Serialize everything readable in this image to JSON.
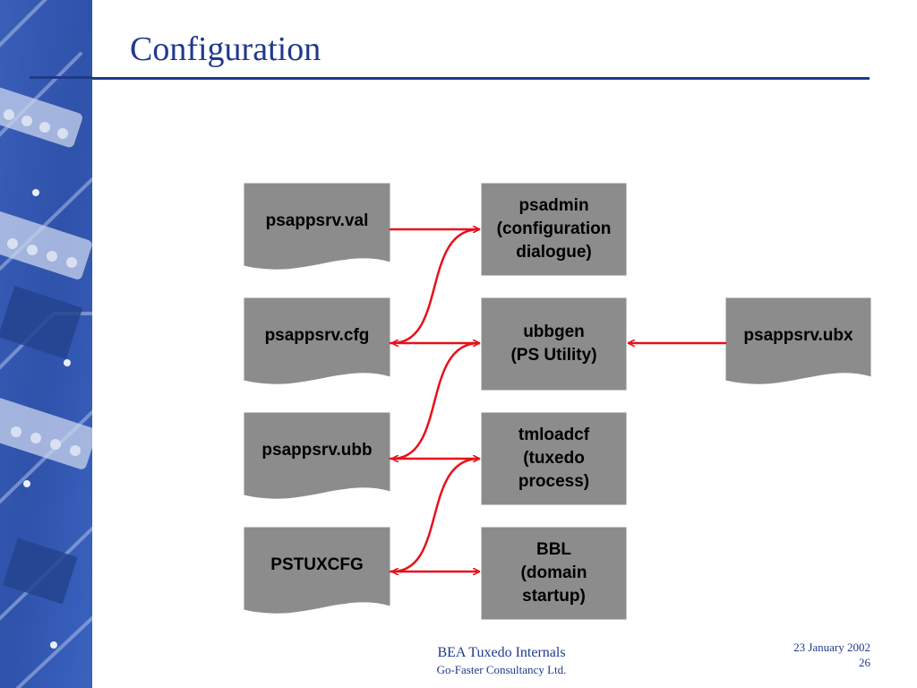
{
  "slide": {
    "title": "Configuration",
    "theme_color": "#1f3a8c",
    "arrow_color": "#e8101a",
    "box_color": "#8c8c8c"
  },
  "diagram": {
    "files": [
      {
        "id": "val",
        "label": "psappsrv.val"
      },
      {
        "id": "cfg",
        "label": "psappsrv.cfg"
      },
      {
        "id": "ubb",
        "label": "psappsrv.ubb"
      },
      {
        "id": "pstuxcfg",
        "label": "PSTUXCFG"
      },
      {
        "id": "ubx",
        "label": "psappsrv.ubx"
      }
    ],
    "processes": [
      {
        "id": "psadmin",
        "lines": [
          "psadmin",
          "(configuration",
          "dialogue)"
        ]
      },
      {
        "id": "ubbgen",
        "lines": [
          "ubbgen",
          "(PS Utility)"
        ]
      },
      {
        "id": "tmloadcf",
        "lines": [
          "tmloadcf",
          "(tuxedo",
          "process)"
        ]
      },
      {
        "id": "bbl",
        "lines": [
          "BBL",
          "(domain",
          "startup)"
        ]
      }
    ],
    "flows": [
      {
        "from": "val",
        "to": "psadmin"
      },
      {
        "from": "psadmin",
        "to": "cfg"
      },
      {
        "from": "cfg",
        "to": "ubbgen"
      },
      {
        "from": "ubbgen",
        "to": "ubb"
      },
      {
        "from": "ubx",
        "to": "ubbgen"
      },
      {
        "from": "ubb",
        "to": "tmloadcf"
      },
      {
        "from": "tmloadcf",
        "to": "pstuxcfg"
      },
      {
        "from": "pstuxcfg",
        "to": "bbl"
      }
    ]
  },
  "footer": {
    "line1": "BEA Tuxedo Internals",
    "line2": "Go-Faster Consultancy Ltd.",
    "date": "23 January 2002",
    "page": "26"
  }
}
